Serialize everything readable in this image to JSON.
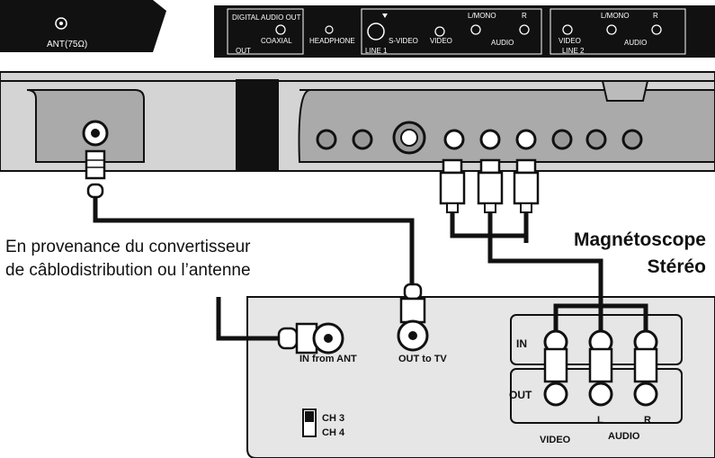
{
  "tv_panel": {
    "ant": "ANT(75Ω)",
    "digital_audio_out": "DIGITAL AUDIO OUT",
    "coaxial": "COAXIAL",
    "out": "OUT",
    "headphone": "HEADPHONE",
    "line1": {
      "svideo": "S-VIDEO",
      "video": "VIDEO",
      "lmono": "L/MONO",
      "r": "R",
      "audio": "AUDIO",
      "label": "LINE 1"
    },
    "line2": {
      "video": "VIDEO",
      "lmono": "L/MONO",
      "r": "R",
      "audio": "AUDIO",
      "label": "LINE 2"
    }
  },
  "source_label": {
    "line1": "En provenance du convertisseur",
    "line2": "de câblodistribution ou l’antenne"
  },
  "vcr_title": {
    "line1": "Magnétoscope",
    "line2": "Stéréo"
  },
  "vcr": {
    "in_from_ant": "IN from ANT",
    "out_to_tv": "OUT to TV",
    "ch3": "CH 3",
    "ch4": "CH 4",
    "in": "IN",
    "out": "OUT",
    "video": "VIDEO",
    "l": "L",
    "audio": "AUDIO",
    "r": "R"
  },
  "colors": {
    "panel_dark": "#111111",
    "vcr_body": "#e6e6e6",
    "tv_body": "#cfcfcf",
    "cable": "#111111"
  }
}
